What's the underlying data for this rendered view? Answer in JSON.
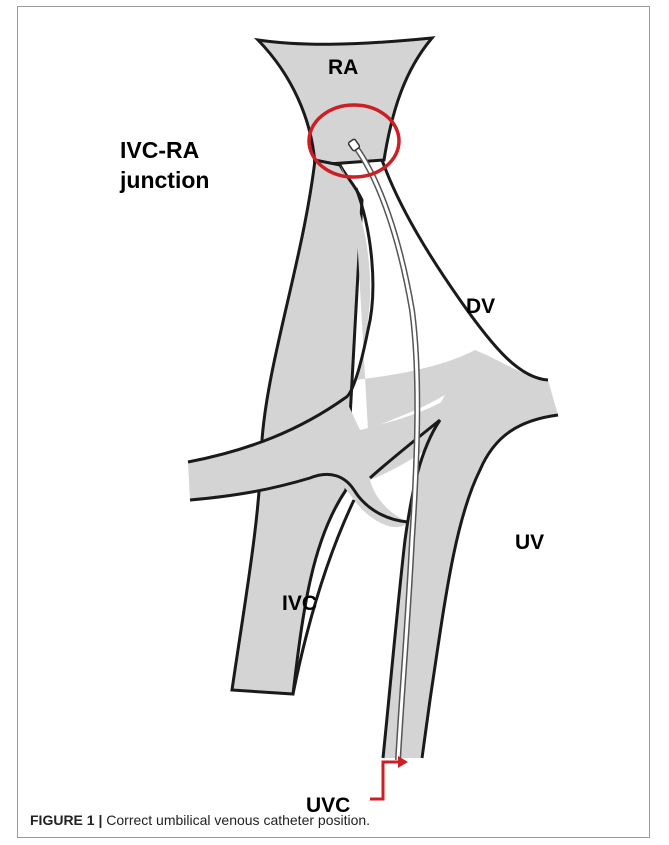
{
  "figure": {
    "number_label": "FIGURE 1 |",
    "caption": "Correct umbilical venous catheter position."
  },
  "labels": {
    "ra": "RA",
    "junction_line1": "IVC-RA",
    "junction_line2": "junction",
    "dv": "DV",
    "uv": "UV",
    "ivc": "IVC",
    "uvc": "UVC"
  },
  "colors": {
    "vessel_fill": "#d4d4d4",
    "vessel_outline": "#1a1a1a",
    "highlight_circle": "#cc1f24",
    "uvc_marker": "#cc1f24",
    "frame_border": "#9a9a9a"
  }
}
